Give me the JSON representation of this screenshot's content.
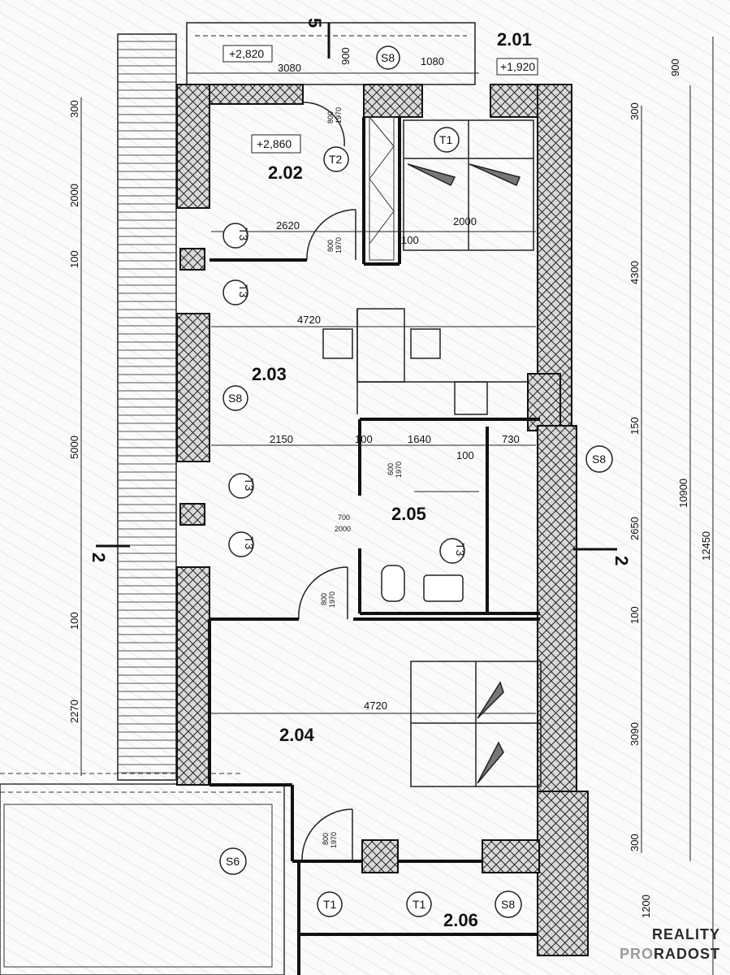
{
  "rooms": {
    "r201": "2.01",
    "r202": "2.02",
    "r203": "2.03",
    "r204": "2.04",
    "r205": "2.05",
    "r206": "2.06"
  },
  "levels": {
    "l2820": "+2,820",
    "l2860": "+2,860",
    "l1920": "+1,920"
  },
  "dims": {
    "d3080": "3080",
    "d900a": "900",
    "d1080": "1080",
    "d900b": "900",
    "d2620": "2620",
    "d2000h": "2000",
    "d100a": "100",
    "d4720a": "4720",
    "d2150": "2150",
    "d100b": "100",
    "d1640": "1640",
    "d100c": "100",
    "d730": "730",
    "d4720b": "4720",
    "v300a": "300",
    "v2000": "2000",
    "v100a": "100",
    "v5000": "5000",
    "v100b": "100",
    "v2270": "2270",
    "v300b": "300",
    "v4300": "4300",
    "v150": "150",
    "v2650": "2650",
    "v100c": "100",
    "v3090": "3090",
    "v300c": "300",
    "v1200": "1200",
    "v10900": "10900",
    "v12450": "12450"
  },
  "doors": {
    "d1_top": "800",
    "d1_bot": "1970",
    "d2_top": "800",
    "d2_bot": "1970",
    "d3_top": "600",
    "d3_bot": "1970",
    "d4_top": "700",
    "d4_bot": "2000",
    "d5_top": "800",
    "d5_bot": "1970",
    "d6_top": "800",
    "d6_bot": "1970"
  },
  "tags": {
    "s8_top": "S8",
    "t1_top": "T1",
    "t2": "T2",
    "t3_a": "T3",
    "t3_b": "T3",
    "s8_left": "S8",
    "t3_c": "T3",
    "t3_d": "T3",
    "t3_e": "T3",
    "s8_right": "S8",
    "s6": "S6",
    "t1_b1": "T1",
    "t1_b2": "T1",
    "s8_bot": "S8"
  },
  "section_marks": {
    "top": "5",
    "left": "2",
    "right": "2"
  },
  "watermark": {
    "line1": "REALITY",
    "line2_a": "PRO",
    "line2_b": "RADOST"
  }
}
